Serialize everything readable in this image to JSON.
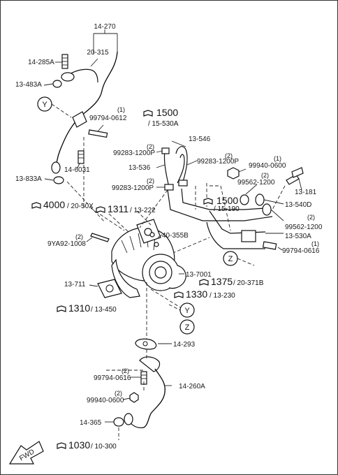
{
  "parts": {
    "p14_270": "14-270",
    "p20_315": "20-315",
    "p14_285A": "14-285A",
    "p13_483A": "13-483A",
    "p99794_0612": "99794-0612",
    "p99794_0612_qty": "(1)",
    "p14_6031": "14-6031",
    "p13_833A": "13-833A",
    "p13_546": "13-546",
    "p99283_1200P_a": "99283-1200P",
    "p99283_1200P_a_qty": "(2)",
    "p13_536": "13-536",
    "p99283_1200P_b": "99283-1200P",
    "p99283_1200P_b_qty": "(2)",
    "p99940_0600_a": "99940-0600",
    "p99940_0600_a_qty": "(1)",
    "p99283_1200P_c": "99283-1200P",
    "p99283_1200P_c_qty": "(2)",
    "p99562_1200_a": "99562-1200",
    "p99562_1200_a_qty": "(2)",
    "p13_181": "13-181",
    "p13_540D": "13-540D",
    "p99562_1200_b": "99562-1200",
    "p99562_1200_b_qty": "(2)",
    "p40_355B": "40-355B",
    "p13_530A": "13-530A",
    "p9YA92_1008": "9YA92-1008",
    "p9YA92_1008_qty": "(2)",
    "p99794_0616_a": "99794-0616",
    "p99794_0616_a_qty": "(1)",
    "p13_711": "13-711",
    "p13_7001": "13-7001",
    "p14_293": "14-293",
    "p99794_0616_b": "99794-0616",
    "p99794_0616_b_qty": "(2)",
    "p14_260A": "14-260A",
    "p99940_0600_b": "99940-0600",
    "p99940_0600_b_qty": "(2)",
    "p14_365": "14-365"
  },
  "refs": {
    "r1500a_main": "1500",
    "r1500a_sub": "/ 15-530A",
    "r4000_main": "4000",
    "r4000_sub": "/ 20-50X",
    "r1311_main": "1311",
    "r1311_sub": "/ 13-222",
    "r1500b_main": "1500",
    "r1500b_sub": "/ 15-190",
    "r1375_main": "1375",
    "r1375_sub": "/ 20-371B",
    "r1330_main": "1330",
    "r1330_sub": "/ 13-230",
    "r1310_main": "1310",
    "r1310_sub": "/ 13-450",
    "r1030_main": "1030",
    "r1030_sub": "/ 10-300"
  },
  "callouts": {
    "y_top": "Y",
    "z_right": "Z",
    "y_bottom": "Y",
    "z_bottom": "Z"
  },
  "corner_mark": "FWD"
}
